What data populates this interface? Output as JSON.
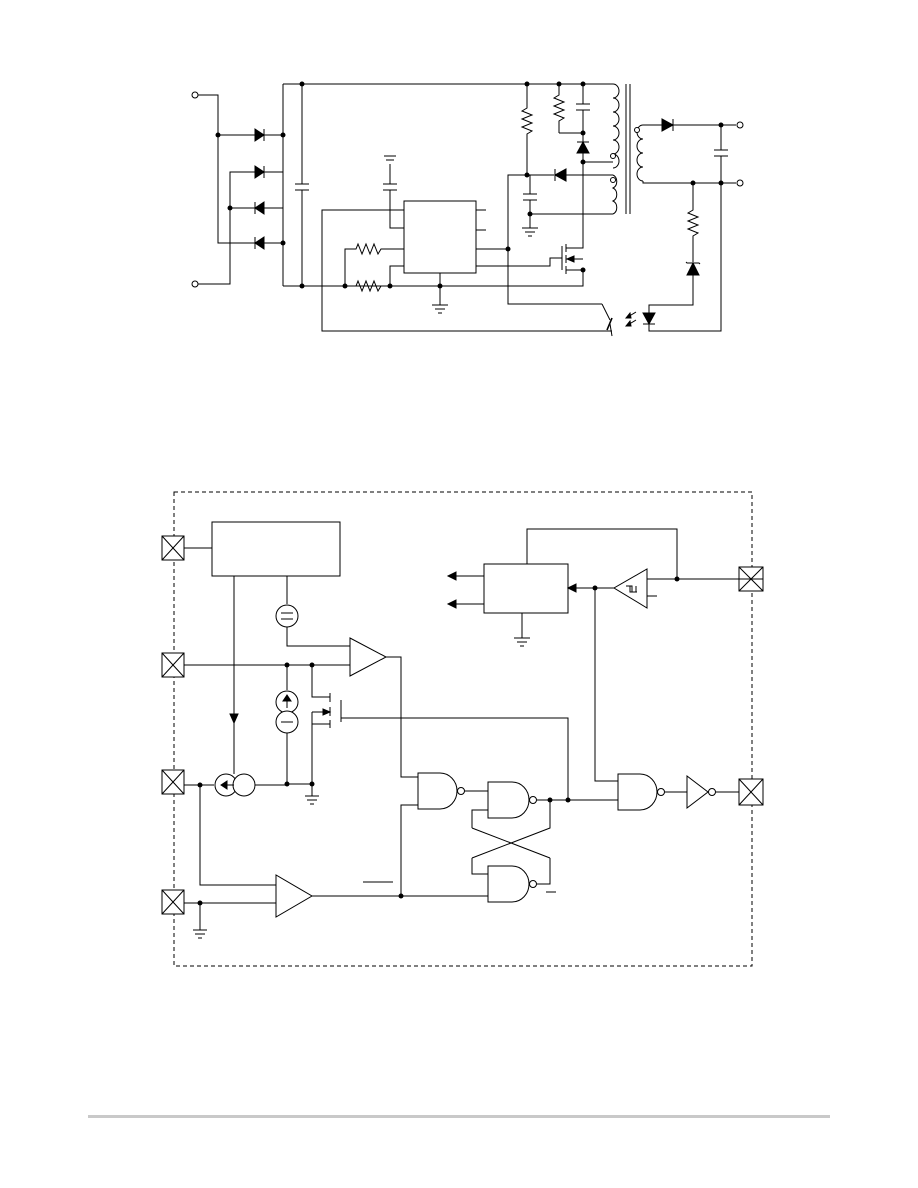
{
  "page": {
    "background": "#ffffff",
    "line_color": "#000000",
    "footer_rule_color": "#c9c9c9"
  },
  "figures": [
    {
      "id": "application-circuit",
      "kind": "flyback power supply schematic with optocoupler feedback"
    },
    {
      "id": "block-diagram",
      "kind": "controller internal block diagram with latch, comparators and driver"
    }
  ]
}
